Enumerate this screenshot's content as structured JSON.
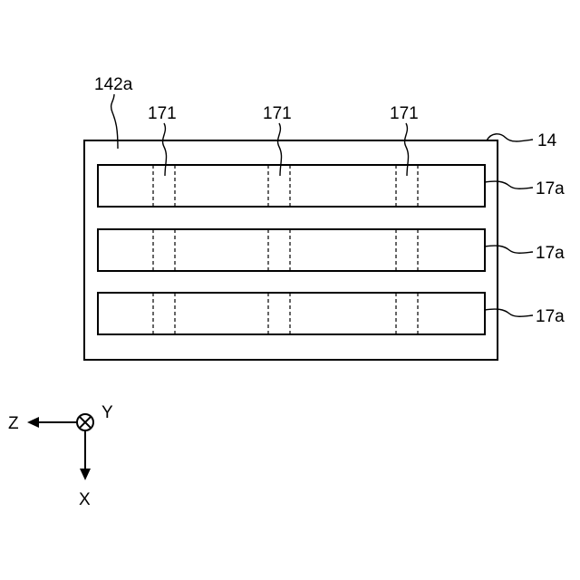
{
  "labels": {
    "surface": "142a",
    "substrate": "14",
    "marker_1": "171",
    "marker_2": "171",
    "marker_3": "171",
    "strip_1": "17a",
    "strip_2": "17a",
    "strip_3": "17a"
  },
  "axes": {
    "horizontal": "Z",
    "vertical": "X",
    "out_of_plane": "Y"
  },
  "colors": {
    "line": "#000000",
    "background": "#ffffff"
  }
}
